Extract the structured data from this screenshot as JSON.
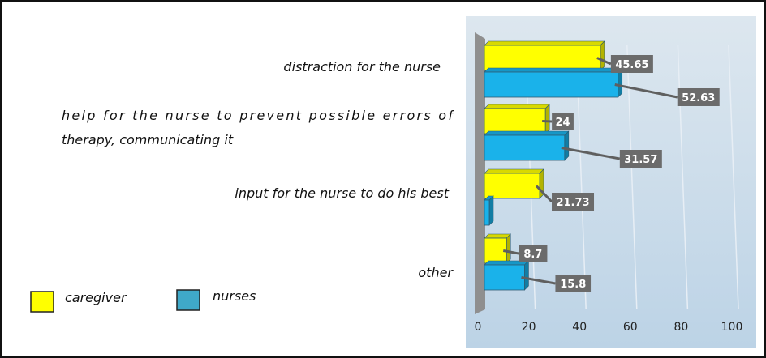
{
  "chart_data": {
    "type": "bar",
    "orientation": "horizontal",
    "categories": [
      "distraction for the nurse",
      "help for the nurse to prevent possible errors of therapy, communicating it",
      "input for the nurse to do his best",
      "other"
    ],
    "category_lines": [
      [
        "distraction for the nurse"
      ],
      [
        "help  for  the  nurse  to  prevent  possible  errors  of",
        "therapy, communicating it"
      ],
      [
        "input for the nurse to do his best"
      ],
      [
        "other"
      ]
    ],
    "series": [
      {
        "name": "caregiver",
        "color": "#ffff00",
        "values": [
          45.65,
          24,
          21.73,
          8.7
        ],
        "labels": [
          "45.65",
          "24",
          "21.73",
          "8.7"
        ]
      },
      {
        "name": "nurses",
        "color": "#1ab2ea",
        "values": [
          52.63,
          31.57,
          0,
          15.8
        ],
        "labels": [
          "52.63",
          "31.57",
          "",
          "15.8"
        ]
      }
    ],
    "xlim": [
      0,
      100
    ],
    "x_ticks": [
      "0",
      "20",
      "40",
      "60",
      "80",
      "100"
    ],
    "legend_position": "bottom-left",
    "legend_colors": [
      "#ffff00",
      "#3fa9c9"
    ],
    "grid": true,
    "label_box_color": "#6b6b6b",
    "plot_background": "#c9dbe9",
    "title": "",
    "xlabel": "",
    "ylabel": ""
  }
}
